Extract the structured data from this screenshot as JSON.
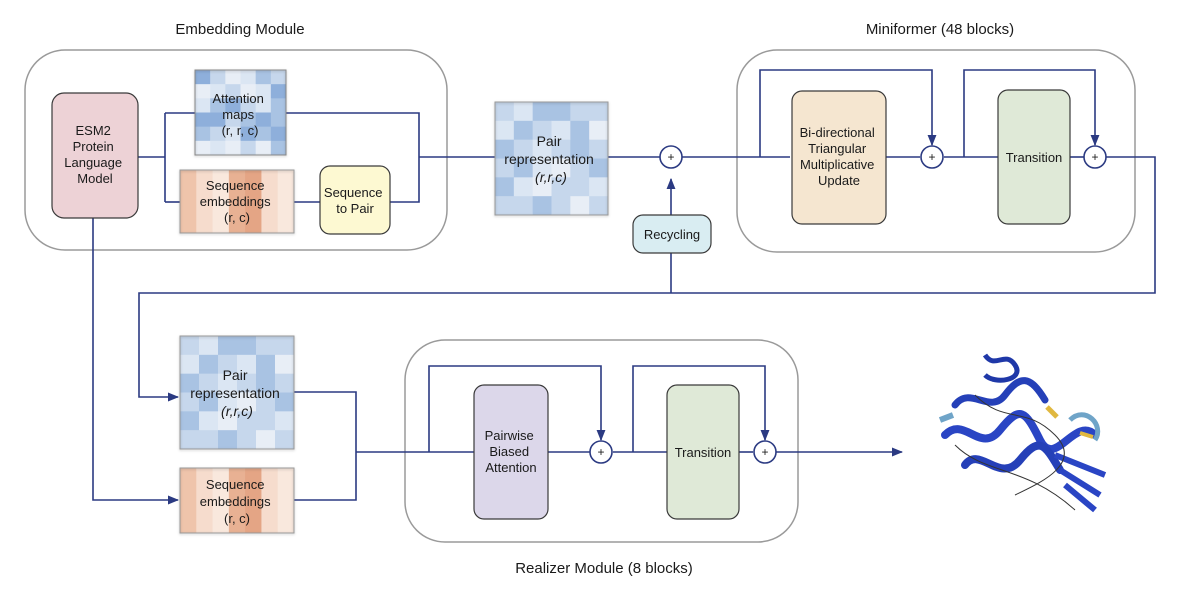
{
  "modules": {
    "embedding": {
      "title": "Embedding Module"
    },
    "miniformer": {
      "title": "Miniformer (48 blocks)"
    },
    "realizer": {
      "title": "Realizer Module (8 blocks)"
    }
  },
  "blocks": {
    "esm2": {
      "lines": [
        "ESM2",
        "Protein",
        "Language",
        "Model"
      ],
      "color": "#edd2d6"
    },
    "attention_maps": {
      "lines": [
        "Attention",
        "maps",
        "(r, r, c)"
      ]
    },
    "seq_emb_top": {
      "lines": [
        "Sequence",
        "embeddings",
        "(r, c)"
      ]
    },
    "seq_to_pair": {
      "lines": [
        "Sequence",
        "to Pair"
      ],
      "color": "#fdf9d2"
    },
    "pair_rep_top": {
      "lines": [
        "Pair",
        "representation",
        "(r,r,c)"
      ]
    },
    "recycling": {
      "lines": [
        "Recycling"
      ],
      "color": "#d9edf2"
    },
    "tri_update": {
      "lines": [
        "Bi-directional",
        "Triangular",
        "Multiplicative",
        "Update"
      ],
      "color": "#f5e6d0"
    },
    "transition_mini": {
      "lines": [
        "Transition"
      ],
      "color": "#dfe9d7"
    },
    "pair_rep_bottom": {
      "lines": [
        "Pair",
        "representation",
        "(r,r,c)"
      ]
    },
    "seq_emb_bottom": {
      "lines": [
        "Sequence",
        "embeddings",
        "(r, c)"
      ]
    },
    "pairwise_attention": {
      "lines": [
        "Pairwise",
        "Biased",
        "Attention"
      ],
      "color": "#dcd7ea"
    },
    "transition_real": {
      "lines": [
        "Transition"
      ],
      "color": "#dfe9d7"
    }
  },
  "plus_symbol": "+",
  "colors": {
    "wire": "#2b3a82",
    "module_border": "#9a9a9a",
    "heat_blue": [
      "#dbe6f3",
      "#c6d7ec",
      "#a9c3e3",
      "#8eafdb",
      "#e8eef6"
    ],
    "heat_orange": [
      "#f6dccd",
      "#efc4ab",
      "#e8b193",
      "#f9e8dd",
      "#e4a585"
    ]
  },
  "output": {
    "name": "predicted protein structure"
  }
}
